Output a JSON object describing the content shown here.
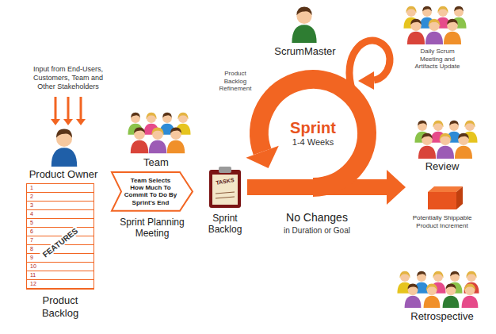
{
  "diagram": {
    "nodes": [
      {
        "text": [
          "1",
          "2",
          "3",
          "4",
          "5",
          "6",
          "7",
          "8",
          "9",
          "10",
          "11",
          "12",
          "FEATURES",
          "Product Backlog"
        ]
      },
      {
        "text": [
          "Team Selects How Much To Commit To Do By Sprint's End",
          "Sprint Planning Meeting"
        ]
      },
      {
        "text": [
          "TASKS",
          "Sprint Backlog"
        ]
      },
      {
        "text": [
          "Sprint",
          "1-4 Weeks"
        ]
      },
      {
        "text": [
          "Potentially Shippable Product Increment"
        ]
      }
    ],
    "edges": [
      {
        "from": 2,
        "to": 4,
        "arrow": "to"
      }
    ],
    "labels": [
      "Input from End-Users, Customers, Team and Other Stakeholders",
      "Product Owner",
      "Team",
      "ScrumMaster",
      "Product Backlog Refinement",
      "Daily Scrum Meeting and Artifacts Update",
      "Review",
      "No Changes",
      "in Duration or Goal",
      "Retrospective"
    ]
  }
}
